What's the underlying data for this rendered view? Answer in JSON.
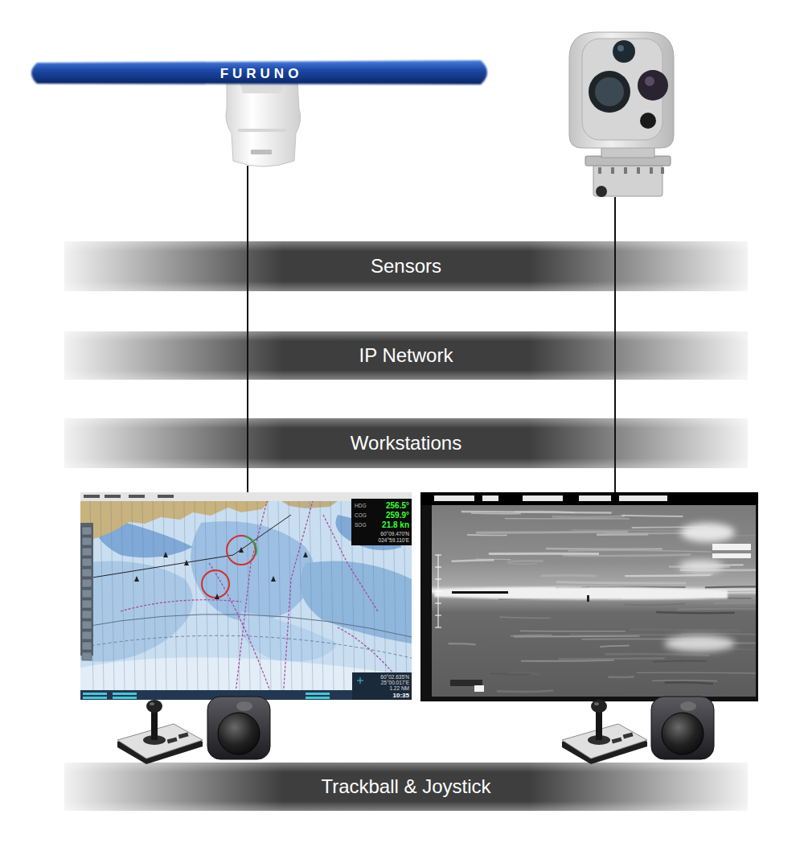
{
  "diagram": {
    "nodes": [
      {
        "text": [
          "Sensors"
        ]
      },
      {
        "text": [
          "IP Network"
        ]
      },
      {
        "text": [
          "Workstations"
        ]
      },
      {
        "text": [
          "Trackball & Joystick"
        ]
      }
    ],
    "labels": [
      "FURUNO",
      "HDG",
      "COG",
      "SOG",
      "256.5°",
      "259.9°",
      "21.8 kn",
      "60°09.470'N",
      "024°59.110'E",
      "60°02.635'N",
      "25°00.017'E",
      "1.22 NM",
      "10:35"
    ]
  }
}
